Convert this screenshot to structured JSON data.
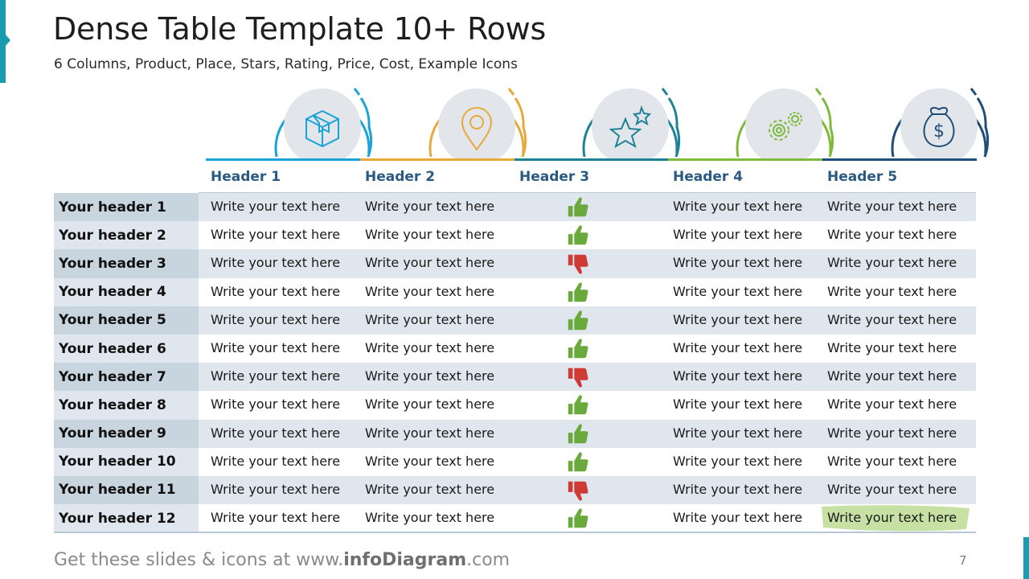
{
  "title": "Dense Table Template 10+ Rows",
  "subtitle": "6 Columns, Product, Place, Stars, Rating, Price, Cost, Example Icons",
  "columns": [
    {
      "label": "Header 1",
      "icon": "box-icon",
      "color": "#1aa3d9"
    },
    {
      "label": "Header 2",
      "icon": "location-pin-icon",
      "color": "#e8a93a"
    },
    {
      "label": "Header 3",
      "icon": "stars-icon",
      "color": "#1e8296"
    },
    {
      "label": "Header 4",
      "icon": "gears-icon",
      "color": "#7dba3c"
    },
    {
      "label": "Header 5",
      "icon": "money-bag-icon",
      "color": "#1f4e79"
    }
  ],
  "cell_text": "Write your text here",
  "rows": [
    {
      "header": "Your header 1",
      "rating": "up"
    },
    {
      "header": "Your header 2",
      "rating": "up"
    },
    {
      "header": "Your header 3",
      "rating": "down"
    },
    {
      "header": "Your header 4",
      "rating": "up"
    },
    {
      "header": "Your header 5",
      "rating": "up"
    },
    {
      "header": "Your header 6",
      "rating": "up"
    },
    {
      "header": "Your header 7",
      "rating": "down"
    },
    {
      "header": "Your header 8",
      "rating": "up"
    },
    {
      "header": "Your header 9",
      "rating": "up"
    },
    {
      "header": "Your header 10",
      "rating": "up"
    },
    {
      "header": "Your header 11",
      "rating": "down"
    },
    {
      "header": "Your header 12",
      "rating": "up"
    }
  ],
  "colors": {
    "thumb_up": "#6aa93b",
    "thumb_down": "#d03a35",
    "highlight": "#b9da8f",
    "accent": "#1a9bb0"
  },
  "footer": {
    "prefix": "Get these slides & icons at www.",
    "brand": "infoDiagram",
    "suffix": ".com"
  },
  "page_number": "7"
}
